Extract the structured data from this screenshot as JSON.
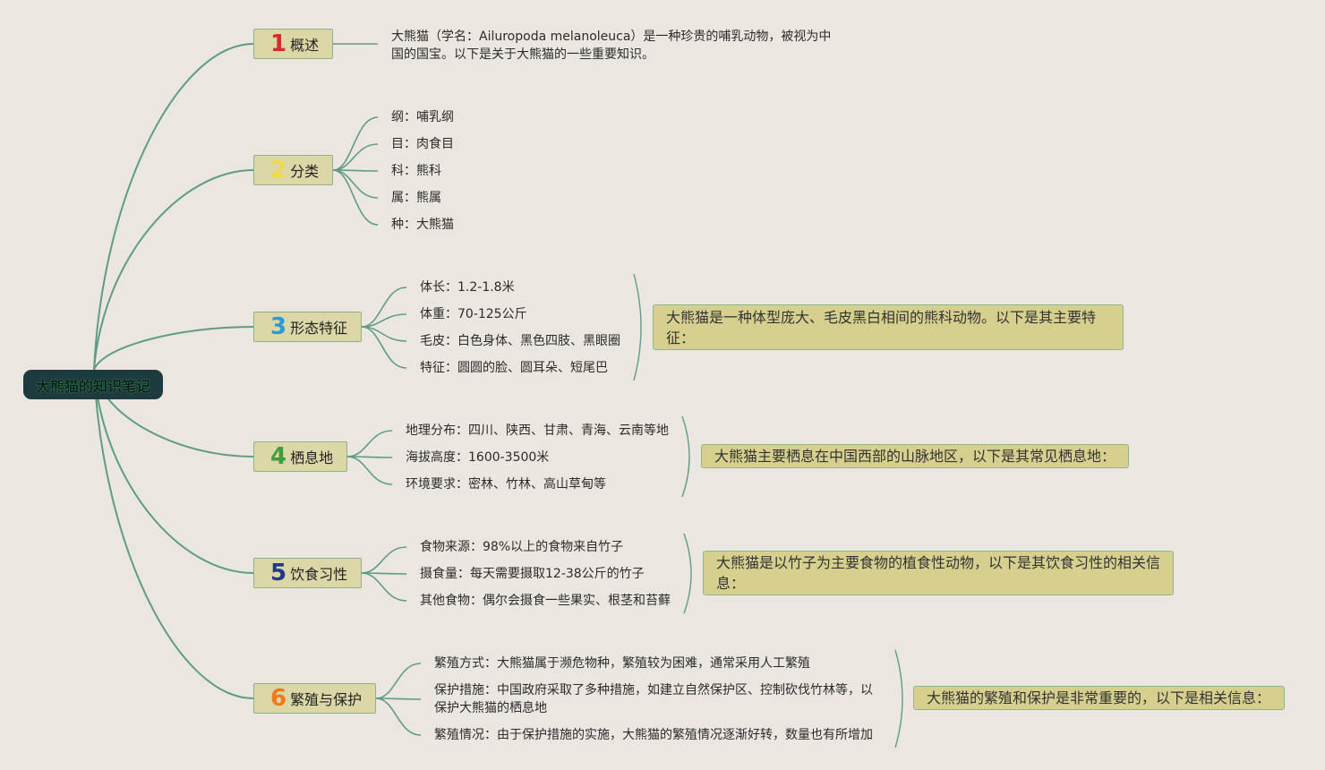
{
  "root": {
    "title": "大熊猫的知识笔记"
  },
  "topics": [
    {
      "num": "1",
      "num_color": "#d62b2b",
      "label": "概述",
      "leaves": [
        "大熊猫（学名：Ailuropoda melanoleuca）是一种珍贵的哺乳动物，被视为中国的国宝。以下是关于大熊猫的一些重要知识。"
      ]
    },
    {
      "num": "2",
      "num_color": "#f0d84a",
      "label": "分类",
      "leaves": [
        "纲：哺乳纲",
        "目：肉食目",
        "科：熊科",
        "属：熊属",
        "种：大熊猫"
      ]
    },
    {
      "num": "3",
      "num_color": "#2a9bd8",
      "label": "形态特征",
      "leaves": [
        "体长：1.2-1.8米",
        "体重：70-125公斤",
        "毛皮：白色身体、黑色四肢、黑眼圈",
        "特征：圆圆的脸、圆耳朵、短尾巴"
      ],
      "summary": "大熊猫是一种体型庞大、毛皮黑白相间的熊科动物。以下是其主要特征："
    },
    {
      "num": "4",
      "num_color": "#3f9e3a",
      "label": "栖息地",
      "leaves": [
        "地理分布：四川、陕西、甘肃、青海、云南等地",
        "海拔高度：1600-3500米",
        "环境要求：密林、竹林、高山草甸等"
      ],
      "summary": "大熊猫主要栖息在中国西部的山脉地区，以下是其常见栖息地："
    },
    {
      "num": "5",
      "num_color": "#1f3a8a",
      "label": "饮食习性",
      "leaves": [
        "食物来源：98%以上的食物来自竹子",
        "摄食量：每天需要摄取12-38公斤的竹子",
        "其他食物：偶尔会摄食一些果实、根茎和苔藓"
      ],
      "summary": "大熊猫是以竹子为主要食物的植食性动物，以下是其饮食习性的相关信息："
    },
    {
      "num": "6",
      "num_color": "#f07b1d",
      "label": "繁殖与保护",
      "leaves": [
        "繁殖方式：大熊猫属于濒危物种，繁殖较为困难，通常采用人工繁殖",
        "保护措施：中国政府采取了多种措施，如建立自然保护区、控制砍伐竹林等，以保护大熊猫的栖息地",
        "繁殖情况：由于保护措施的实施，大熊猫的繁殖情况逐渐好转，数量也有所增加"
      ],
      "summary": "大熊猫的繁殖和保护是非常重要的，以下是相关信息："
    }
  ],
  "colors": {
    "line": "#5f9c86",
    "background": "#ebe7e0",
    "topic_fill": "#dcd7a6",
    "summary_fill": "#d6cf8e",
    "root_fill": "#1d3b3f"
  }
}
